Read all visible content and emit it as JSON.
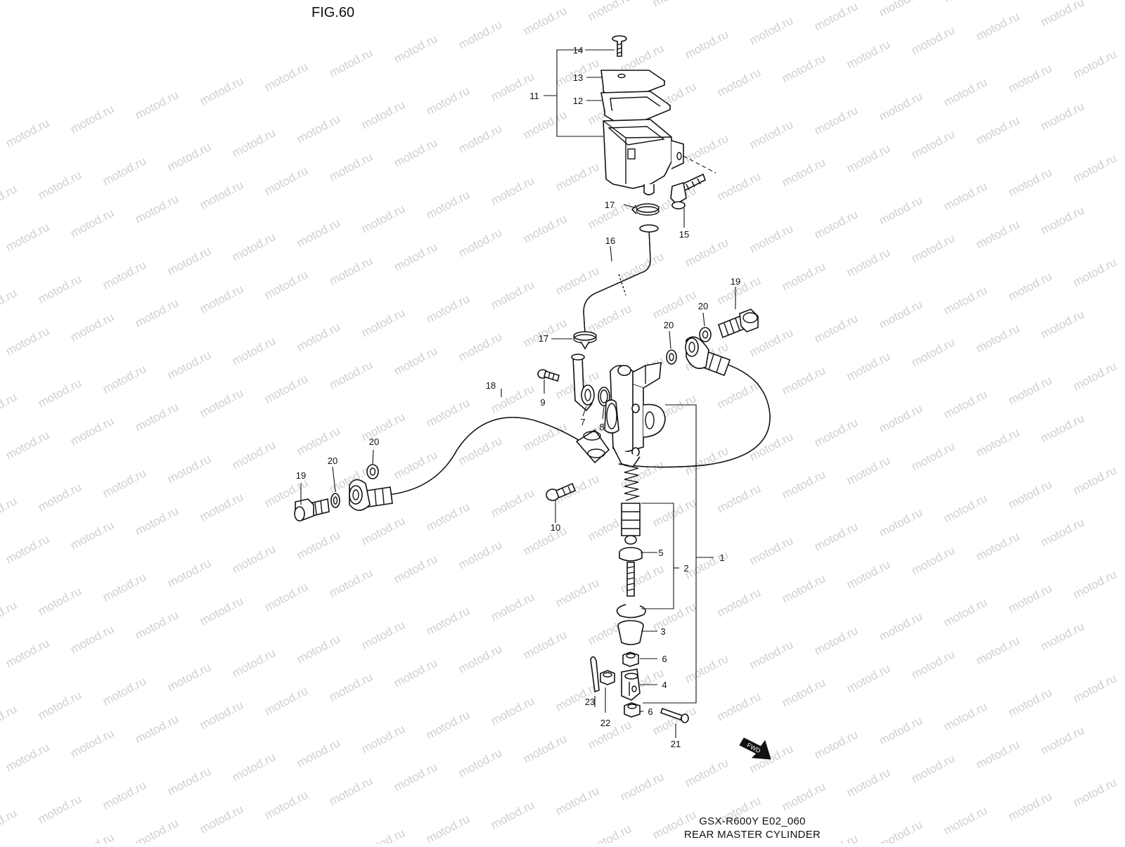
{
  "figure": {
    "title": "FIG.60",
    "model_code": "GSX-R600Y E02_060",
    "caption": "REAR MASTER CYLINDER",
    "fwd_label": "FWD"
  },
  "watermark": {
    "text": "motod.ru",
    "color": "#cfcfcf"
  },
  "callouts": {
    "p1": "1",
    "p2": "2",
    "p3": "3",
    "p4": "4",
    "p5": "5",
    "p6a": "6",
    "p6b": "6",
    "p7": "7",
    "p8": "8",
    "p9": "9",
    "p10": "10",
    "p11": "11",
    "p12": "12",
    "p13": "13",
    "p14": "14",
    "p15": "15",
    "p16": "16",
    "p17a": "17",
    "p17b": "17",
    "p18": "18",
    "p19a": "19",
    "p19b": "19",
    "p20a": "20",
    "p20b": "20",
    "p20c": "20",
    "p20d": "20",
    "p21": "21",
    "p22": "22",
    "p23": "23"
  }
}
